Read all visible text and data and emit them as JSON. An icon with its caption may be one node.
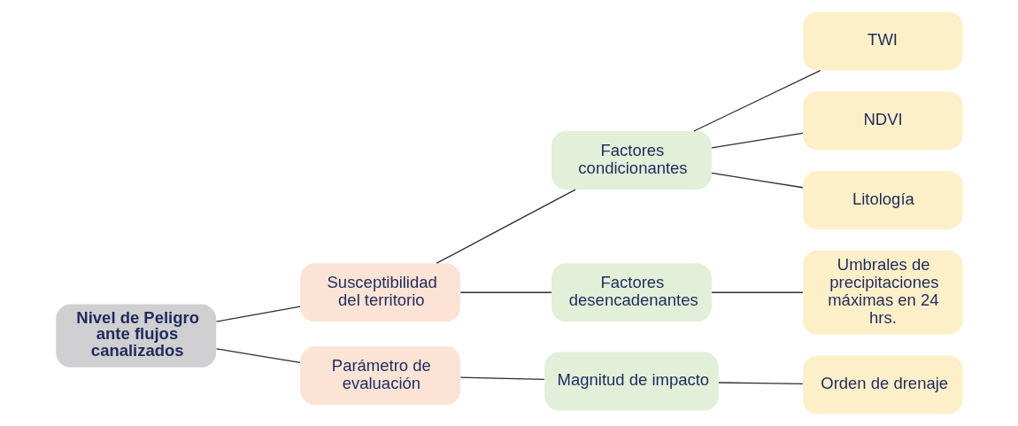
{
  "diagram": {
    "nodes": [
      {
        "text": [
          "Nivel de Peligro ante flujos canalizados"
        ]
      },
      {
        "text": [
          "Susceptibilidad del territorio"
        ]
      },
      {
        "text": [
          "Parámetro de evaluación"
        ]
      },
      {
        "text": [
          "Factores condicionantes"
        ]
      },
      {
        "text": [
          "Factores desencadenantes"
        ]
      },
      {
        "text": [
          "Magnitud de impacto"
        ]
      },
      {
        "text": [
          "TWI"
        ]
      },
      {
        "text": [
          "NDVI"
        ]
      },
      {
        "text": [
          "Litología"
        ]
      },
      {
        "text": [
          "Umbrales de precipitaciones máximas en 24 hrs."
        ]
      },
      {
        "text": [
          "Orden de drenaje"
        ]
      }
    ],
    "edges": [
      {
        "from": 0,
        "to": 1,
        "arrow": "none"
      },
      {
        "from": 0,
        "to": 2,
        "arrow": "none"
      },
      {
        "from": 1,
        "to": 3,
        "arrow": "none"
      },
      {
        "from": 1,
        "to": 4,
        "arrow": "none"
      },
      {
        "from": 3,
        "to": 6,
        "arrow": "none"
      },
      {
        "from": 3,
        "to": 7,
        "arrow": "none"
      },
      {
        "from": 3,
        "to": 8,
        "arrow": "none"
      },
      {
        "from": 4,
        "to": 9,
        "arrow": "none"
      },
      {
        "from": 2,
        "to": 5,
        "arrow": "none"
      },
      {
        "from": 5,
        "to": 10,
        "arrow": "none"
      }
    ]
  }
}
